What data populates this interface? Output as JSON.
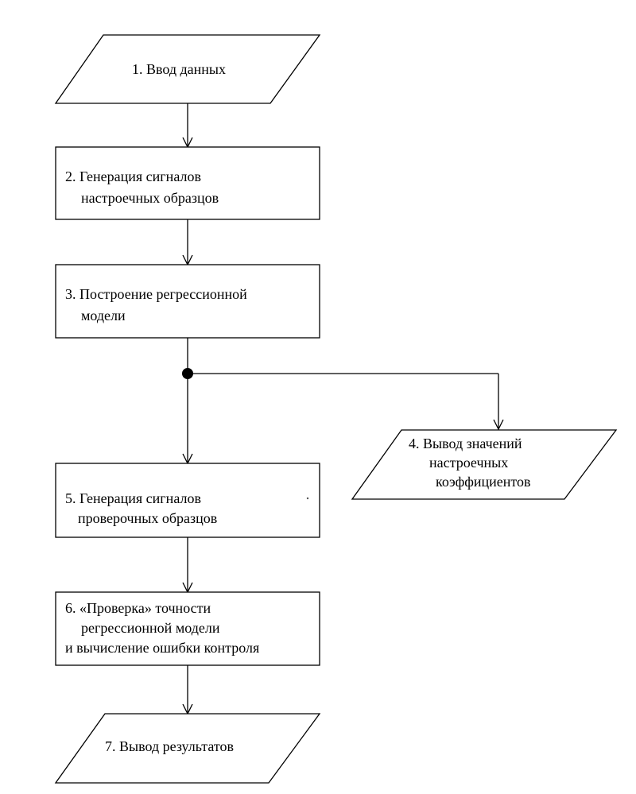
{
  "diagram": {
    "type": "flowchart",
    "colors": {
      "stroke": "#000000",
      "fill": "#ffffff",
      "text": "#000000"
    },
    "nodes": [
      {
        "id": "n1",
        "shape": "parallelogram",
        "lines": [
          "1. Ввод данных"
        ]
      },
      {
        "id": "n2",
        "shape": "rectangle",
        "lines": [
          "2. Генерация сигналов",
          "настроечных образцов"
        ]
      },
      {
        "id": "n3",
        "shape": "rectangle",
        "lines": [
          "3. Построение регрессионной",
          "модели"
        ]
      },
      {
        "id": "n4",
        "shape": "parallelogram",
        "lines": [
          "4.  Вывод  значений",
          "настроечных",
          "коэффициентов"
        ]
      },
      {
        "id": "n5",
        "shape": "rectangle",
        "lines": [
          "5. Генерация сигналов",
          "проверочных образцов"
        ]
      },
      {
        "id": "n6",
        "shape": "rectangle",
        "lines": [
          "6. «Проверка» точности",
          "регрессионной  модели",
          "и  вычисление ошибки контроля"
        ]
      },
      {
        "id": "n7",
        "shape": "parallelogram",
        "lines": [
          "7. Вывод результатов"
        ]
      }
    ],
    "edges": [
      {
        "from": "n1",
        "to": "n2"
      },
      {
        "from": "n2",
        "to": "n3"
      },
      {
        "from": "n3",
        "to": "n5",
        "via": "junction"
      },
      {
        "from": "n3",
        "to": "n4",
        "via": "junction"
      },
      {
        "from": "n5",
        "to": "n6"
      },
      {
        "from": "n6",
        "to": "n7"
      }
    ]
  }
}
